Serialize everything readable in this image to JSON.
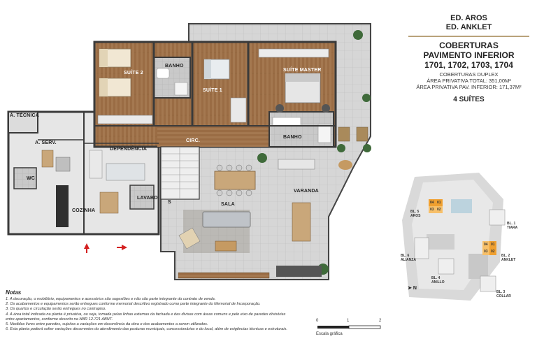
{
  "header": {
    "building_1": "ED. AROS",
    "building_2": "ED. ANKLET",
    "title_1": "COBERTURAS",
    "title_2": "PAVIMENTO INFERIOR",
    "title_3": "1701, 1702, 1703, 1704",
    "subtitle_1": "COBERTURAS DUPLEX",
    "subtitle_2": "ÁREA PRIVATIVA TOTAL: 351,00M²",
    "subtitle_3": "ÁREA PRIVATIVA PAV. INFERIOR: 171,37M²",
    "suites": "4 SUÍTES"
  },
  "rooms": {
    "tecnica": "Á. TÉCNICA",
    "serv": "A. SERV.",
    "dependencia": "DEPENDÊNCIA",
    "wc": "WC",
    "cozinha": "COZINHA",
    "lavabo": "LAVABO",
    "suite2": "SUÍTE 2",
    "banho1": "BANHO",
    "suite1": "SUÍTE 1",
    "suite_master": "SUÍTE MASTER",
    "circ": "CIRC.",
    "banho2": "BANHO",
    "sala": "SALA",
    "varanda": "VARANDA",
    "stairs_s": "S"
  },
  "notes": {
    "title": "Notas",
    "items": [
      "1. A decoração, o mobiliário, equipamentos e acessórios são sugestões e não são parte integrante do contrato de venda.",
      "2. Os acabamentos e equipamentos serão entregues conforme memorial descritivo registrado como parte integrante do Memorial de Incorporação.",
      "3. Os quartos e circulação serão entregues no contrapiso.",
      "4. A área total indicada na planta é privativa, ou seja, tomada pelas linhas externas da fachada e das divisas com áreas comuns e pelo eixo de paredes divisórias",
      "entre apartamentos, conforme descrito na NBR 12.721 ABNT.",
      "5. Medidas livres entre paredes, sujeitas a variações em decorrência da obra e dos acabamentos a serem utilizados.",
      "6. Esta planta poderá sofrer variações decorrentes do atendimento das posturas municipais, concessionárias e do local, além de exigências técnicas e estruturais."
    ]
  },
  "scale": {
    "t0": "0",
    "t1": "1",
    "t2": "2",
    "label": "Escala gráfica"
  },
  "keymap": {
    "bl5": "BL. 5\nAROS",
    "bl1": "BL. 1\nTIARA",
    "bl6": "BL. 6\nALIANZA",
    "bl2": "BL. 2\nANKLET",
    "bl4": "BL. 4\nANILLO",
    "bl3": "BL. 3\nCOLLAR",
    "u04a": "04",
    "u01a": "01",
    "u03a": "03",
    "u02a": "02",
    "u04b": "04",
    "u01b": "01",
    "u03b": "03",
    "u02b": "02",
    "north": "N"
  },
  "colors": {
    "wood": "#a0714a",
    "tile": "#cfcfcf",
    "wall": "#3a3a3a",
    "accent_orange": "#f0a030",
    "rule_gold": "#b9a27a"
  }
}
